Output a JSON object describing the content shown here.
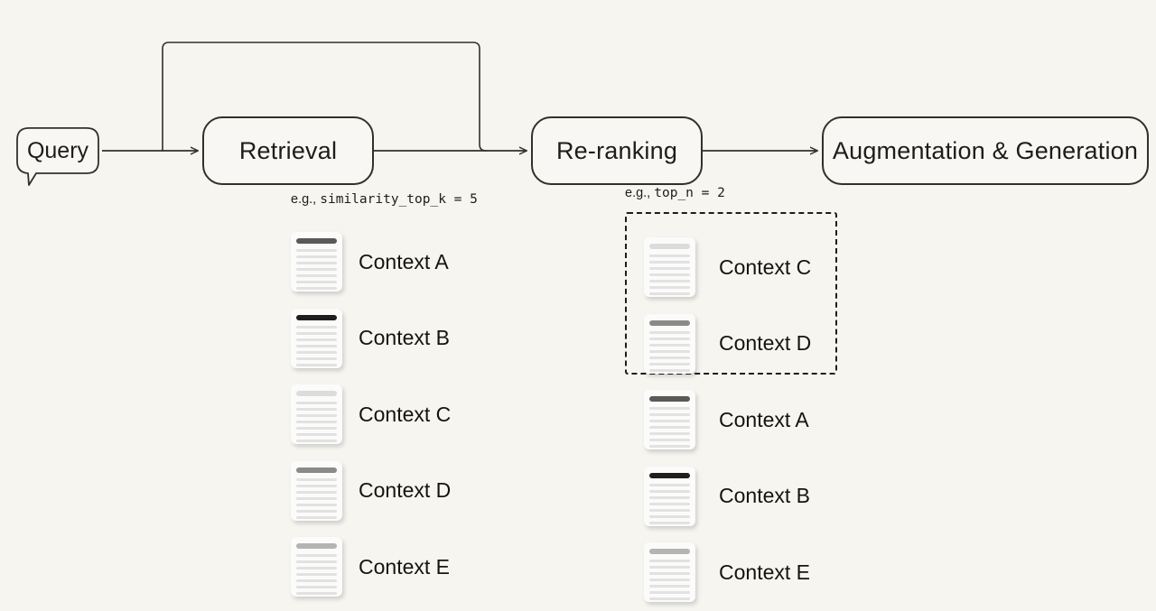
{
  "canvas": {
    "background_color": "#f6f5f0",
    "ink_color": "#1d1d1b"
  },
  "nodes": {
    "query": {
      "label": "Query",
      "shape": "speech-bubble"
    },
    "retrieval": {
      "label": "Retrieval",
      "shape": "rounded-rect"
    },
    "reranking": {
      "label": "Re-ranking",
      "shape": "rounded-rect"
    },
    "augmentation": {
      "label": "Augmentation & Generation",
      "shape": "rounded-rect"
    }
  },
  "captions": {
    "retrieval": {
      "prefix": "e.g.,",
      "code": "similarity_top_k = 5"
    },
    "reranking": {
      "prefix": "e.g.,",
      "code": "top_n = 2"
    }
  },
  "columns": {
    "retrieved": {
      "title_ref": "captions.retrieval",
      "docs": [
        {
          "label": "Context A",
          "head_color": "#5c5a56"
        },
        {
          "label": "Context B",
          "head_color": "#1f1e1c"
        },
        {
          "label": "Context C",
          "head_color": "#dcdcdc"
        },
        {
          "label": "Context D",
          "head_color": "#8a8a88"
        },
        {
          "label": "Context E",
          "head_color": "#b4b4b2"
        }
      ]
    },
    "reranked": {
      "title_ref": "captions.reranking",
      "docs": [
        {
          "label": "Context C",
          "head_color": "#dcdcdc",
          "selected": true
        },
        {
          "label": "Context D",
          "head_color": "#8a8a88",
          "selected": true
        },
        {
          "label": "Context A",
          "head_color": "#5c5a56",
          "selected": false
        },
        {
          "label": "Context B",
          "head_color": "#1f1e1c",
          "selected": false
        },
        {
          "label": "Context E",
          "head_color": "#b4b4b2",
          "selected": false
        }
      ]
    }
  },
  "selection_box": {
    "name": "top-n-selection",
    "style": "dashed",
    "encloses": [
      "Context C",
      "Context D"
    ]
  },
  "edges": [
    {
      "from": "query",
      "to": "retrieval",
      "arrow": true
    },
    {
      "from": "retrieval",
      "to": "reranking",
      "arrow": true
    },
    {
      "from": "reranking",
      "to": "augmentation",
      "arrow": true
    },
    {
      "from": "query-branch",
      "to": "reranking-input",
      "arrow": false,
      "style": "bypass-loop-over-top"
    }
  ]
}
